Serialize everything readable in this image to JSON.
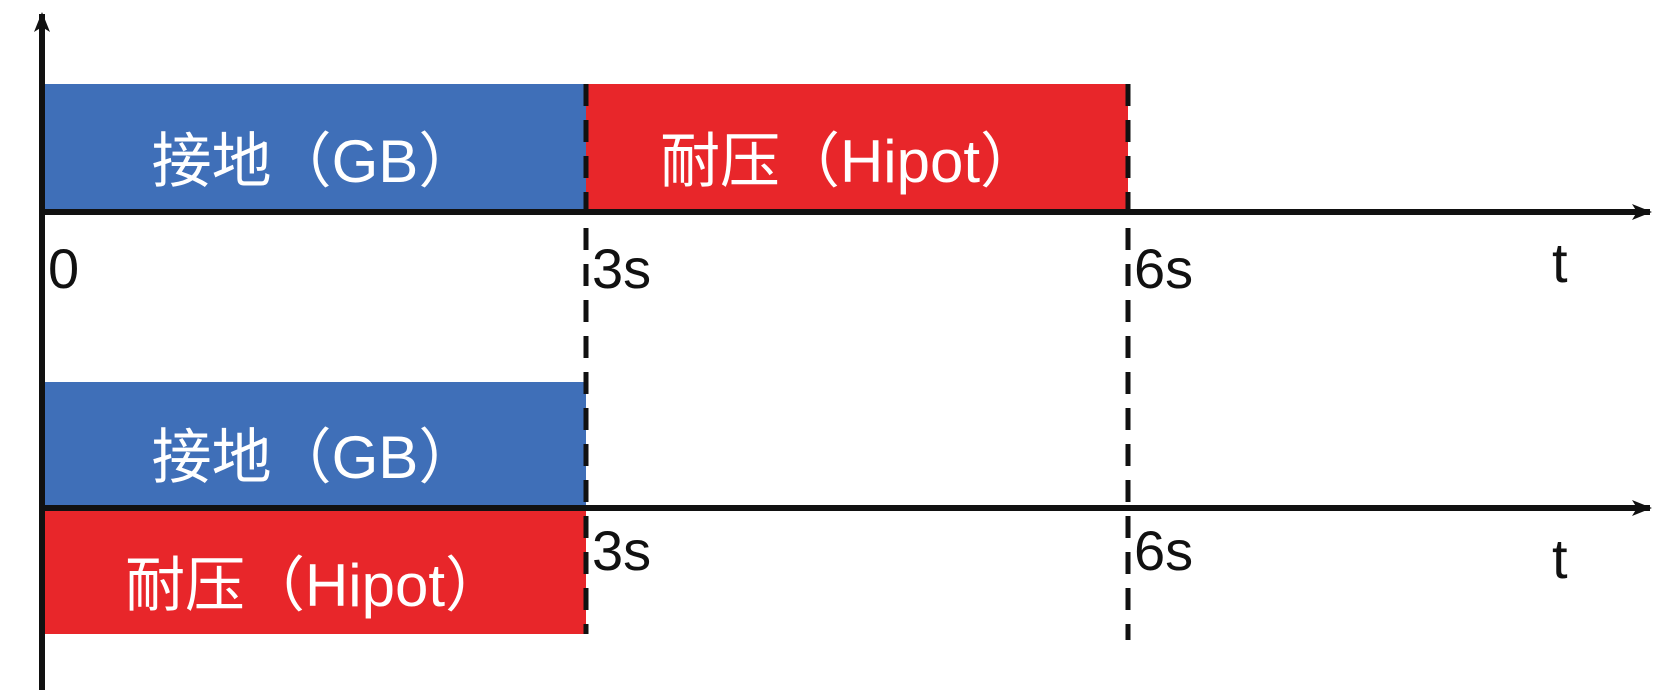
{
  "colors": {
    "ground_bar": "#3f6fb8",
    "hipot_bar": "#e8262a",
    "axis": "#111111",
    "bar_text": "#ffffff"
  },
  "sequential": {
    "ground_label": "接地（GB）",
    "hipot_label": "耐压（Hipot）",
    "origin_label": "0",
    "tick_3s": "3s",
    "tick_6s": "6s",
    "axis_label": "t"
  },
  "simultaneous": {
    "ground_label": "接地（GB）",
    "hipot_label": "耐压（Hipot）",
    "tick_3s": "3s",
    "tick_6s": "6s",
    "axis_label": "t"
  }
}
